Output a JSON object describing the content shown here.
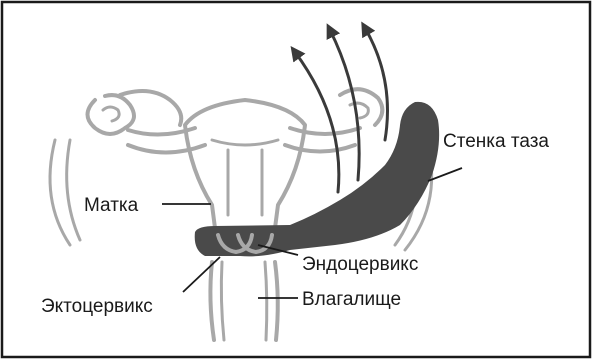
{
  "diagram": {
    "labels": {
      "pelvic_wall": "Стенка таза",
      "uterus": "Матка",
      "endocervix": "Эндоцервикс",
      "ectocervix": "Эктоцервикс",
      "vagina": "Влагалище"
    },
    "colors": {
      "tumor": "#4a4a4a",
      "organ_outline": "#a8a8a8",
      "arrows": "#3a3a3a",
      "border": "#1a1a1a"
    }
  }
}
